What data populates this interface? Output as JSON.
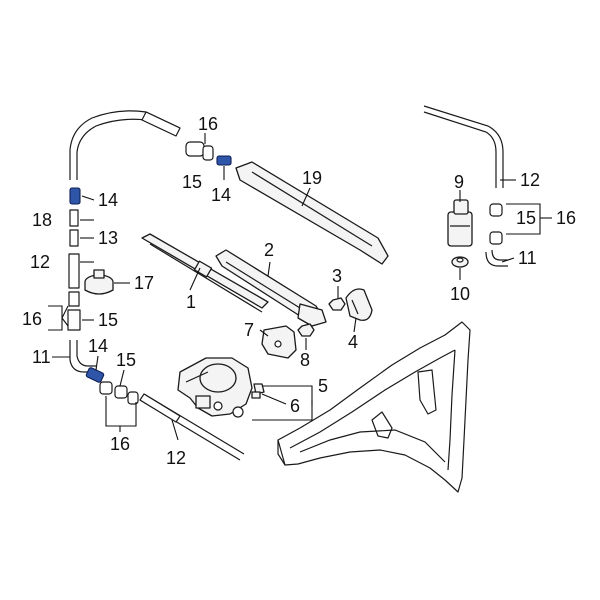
{
  "diagram": {
    "accent_color": "#2f55a8",
    "callouts": {
      "p1": "1",
      "p2": "2",
      "p3": "3",
      "p4": "4",
      "p5": "5",
      "p6": "6",
      "p7": "7",
      "p8": "8",
      "p9": "9",
      "p10": "10",
      "p11_left": "11",
      "p11_right": "11",
      "p12_left": "12",
      "p12_bottom": "12",
      "p12_right": "12",
      "p13": "13",
      "p14_top": "14",
      "p14_mid": "14",
      "p14_low": "14",
      "p15_top": "15",
      "p15_left": "15",
      "p15_low": "15",
      "p15_right": "15",
      "p16_top": "16",
      "p16_left": "16",
      "p16_bottom": "16",
      "p16_right": "16",
      "p17": "17",
      "p18": "18",
      "p19": "19"
    },
    "highlighted_part": "14"
  }
}
